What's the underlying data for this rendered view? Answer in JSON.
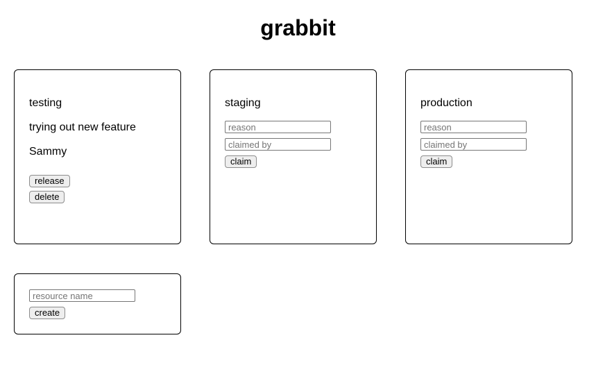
{
  "app": {
    "title": "grabbit"
  },
  "resources": [
    {
      "name": "testing",
      "reason": "trying out new feature",
      "claimed_by": "Sammy",
      "buttons": {
        "release": "release",
        "delete": "delete"
      }
    },
    {
      "name": "staging",
      "form": {
        "reason_placeholder": "reason",
        "reason_value": "",
        "claimed_by_placeholder": "claimed by",
        "claimed_by_value": "",
        "claim_label": "claim"
      }
    },
    {
      "name": "production",
      "form": {
        "reason_placeholder": "reason",
        "reason_value": "",
        "claimed_by_placeholder": "claimed by",
        "claimed_by_value": "",
        "claim_label": "claim"
      }
    }
  ],
  "create_form": {
    "name_placeholder": "resource name",
    "name_value": "",
    "create_label": "create"
  },
  "colors": {
    "background": "#ffffff",
    "text": "#000000",
    "card_border": "#000000",
    "button_bg": "#eeeeee",
    "button_border": "#8c8c8c",
    "input_border": "#767676",
    "placeholder_text": "#757575"
  }
}
